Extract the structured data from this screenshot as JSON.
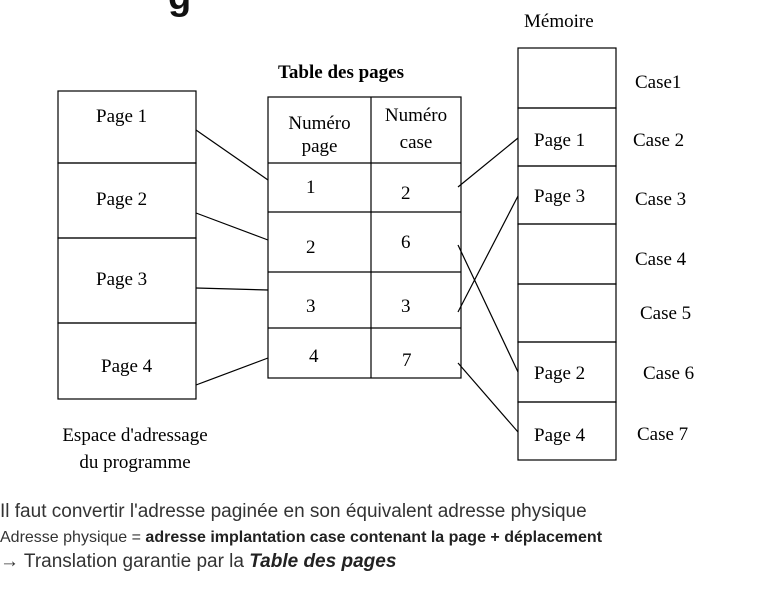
{
  "memoire_label": "Mémoire",
  "table": {
    "title": "Table des pages",
    "col1_header": [
      "Numéro",
      "page"
    ],
    "col2_header": [
      "Numéro",
      "case"
    ],
    "rows": [
      {
        "page": "1",
        "case": "2"
      },
      {
        "page": "2",
        "case": "6"
      },
      {
        "page": "3",
        "case": "3"
      },
      {
        "page": "4",
        "case": "7"
      }
    ]
  },
  "program_pages": [
    "Page 1",
    "Page 2",
    "Page 3",
    "Page 4"
  ],
  "program_caption": [
    "Espace d'adressage",
    "du programme"
  ],
  "memory_slots": [
    {
      "content": "",
      "label": "Case1"
    },
    {
      "content": "Page 1",
      "label": "Case 2"
    },
    {
      "content": "Page 3",
      "label": "Case 3"
    },
    {
      "content": "",
      "label": "Case 4"
    },
    {
      "content": "",
      "label": "Case 5"
    },
    {
      "content": "Page 2",
      "label": "Case 6"
    },
    {
      "content": "Page 4",
      "label": "Case 7"
    }
  ],
  "bottom_text": {
    "line1": "Il faut convertir l'adresse paginée en son équivalent adresse physique",
    "line2_prefix": "Adresse physique = ",
    "line2_bold": "adresse implantation case contenant la page + déplacement",
    "line3_prefix": " → Translation garantie par la ",
    "line3_emph": "Table des pages"
  }
}
